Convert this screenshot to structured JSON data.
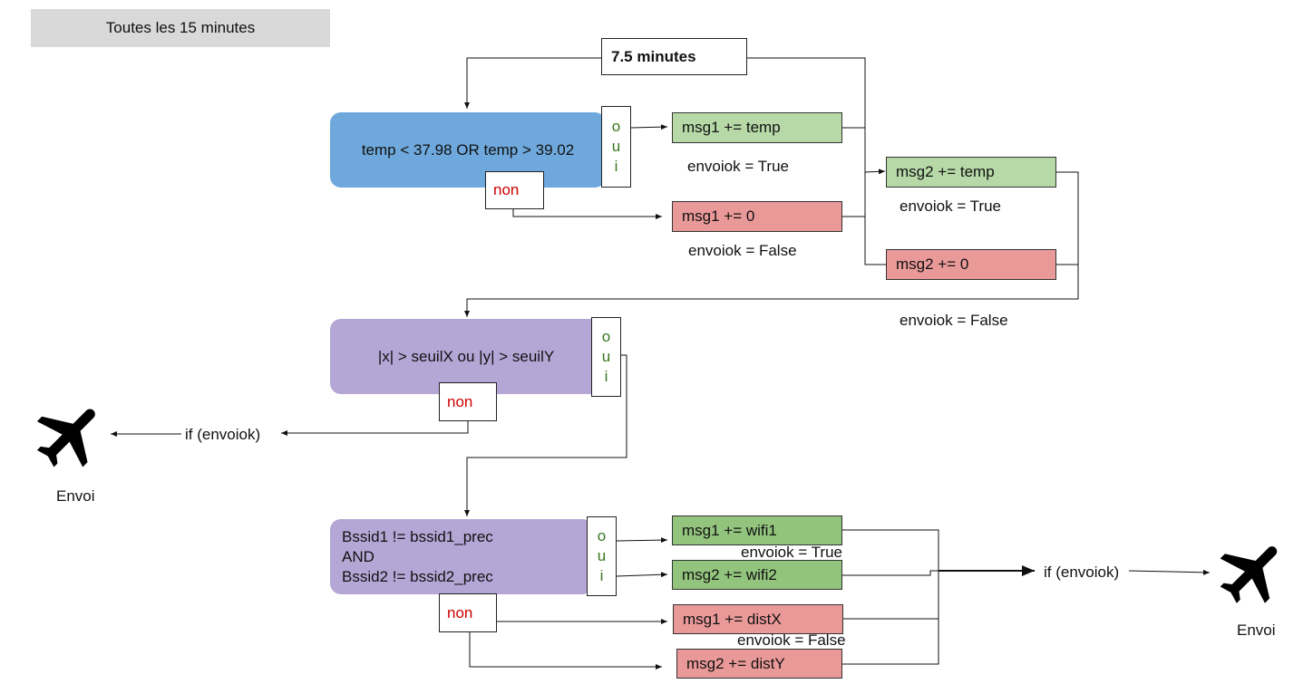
{
  "header": {
    "label": "Toutes les 15 minutes"
  },
  "timer": {
    "label": "7.5 minutes"
  },
  "cond1": {
    "text": "temp < 37.98 OR temp > 39.02",
    "yes": [
      "o",
      "u",
      "i"
    ],
    "no": "non"
  },
  "cond2": {
    "text": "|x| > seuilX ou |y| > seuilY",
    "yes": [
      "o",
      "u",
      "i"
    ],
    "no": "non"
  },
  "cond3": {
    "lines": [
      "Bssid1 != bssid1_prec",
      "AND",
      "Bssid2 != bssid2_prec"
    ],
    "yes": [
      "o",
      "u",
      "i"
    ],
    "no": "non"
  },
  "actions": {
    "msg1_temp": "msg1 += temp",
    "msg1_zero": "msg1 += 0",
    "msg2_temp": "msg2 += temp",
    "msg2_zero": "msg2 += 0",
    "msg1_wifi": "msg1 += wifi1",
    "msg2_wifi": "msg2 += wifi2",
    "msg1_dist": "msg1 += distX",
    "msg2_dist": "msg2 += distY"
  },
  "labels": {
    "envoiok_true_1": "envoiok = True",
    "envoiok_false_1": "envoiok = False",
    "envoiok_true_2": "envoiok = True",
    "envoiok_false_2": "envoiok = False",
    "envoiok_true_3": "envoiok = True",
    "envoiok_false_3": "envoiok = False",
    "if_envoiok_left": "if (envoiok)",
    "if_envoiok_right": "if (envoiok)",
    "envoi_left": "Envoi",
    "envoi_right": "Envoi"
  },
  "icons": {
    "send": "airplane-icon"
  },
  "colors": {
    "header_bg": "#d9d9d9",
    "cond1_bg": "#6fa8dc",
    "cond2_bg": "#b4a7d6",
    "green_light": "#b7d9a8",
    "green": "#93c47d",
    "red": "#ea9999",
    "yes_text": "#38761d",
    "no_text": "#cc0000"
  }
}
